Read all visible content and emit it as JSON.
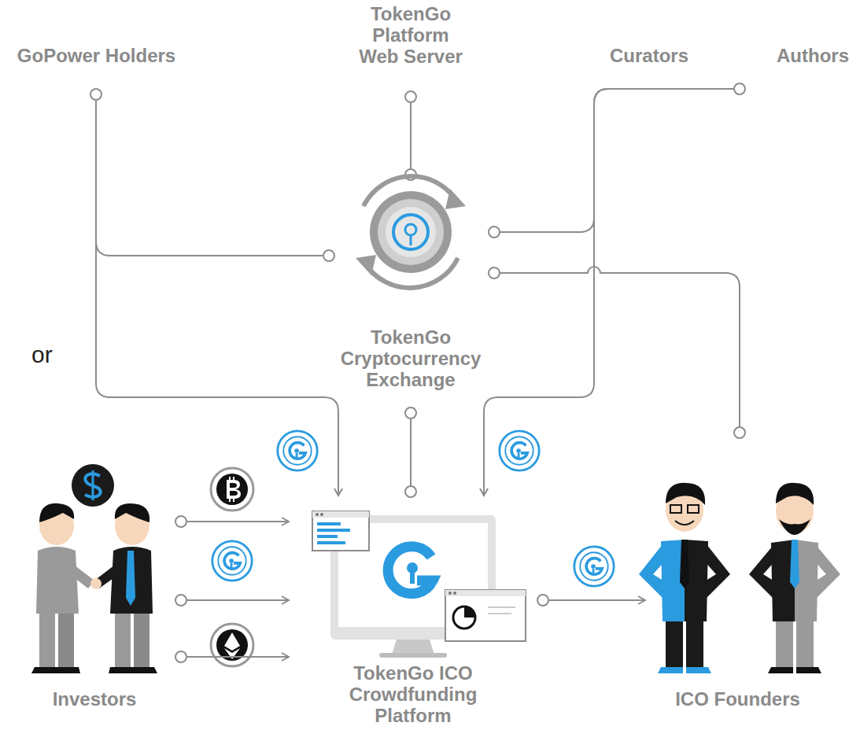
{
  "diagram": {
    "nodes": [
      {
        "text": [
          "GoPower Holders"
        ]
      },
      {
        "text": [
          "TokenGo Platform Web Server"
        ]
      },
      {
        "text": [
          "Curators"
        ]
      },
      {
        "text": [
          "Authors"
        ]
      },
      {
        "text": [
          "TokenGo Cryptocurrency Exchange"
        ]
      },
      {
        "text": [
          "Investors"
        ]
      },
      {
        "text": [
          "TokenGo ICO Crowdfunding Platform"
        ]
      },
      {
        "text": [
          "ICO Founders"
        ]
      }
    ],
    "edges": [
      {
        "from": 0,
        "to": 4,
        "arrow": "none"
      },
      {
        "from": 0,
        "to": 6,
        "arrow": "to"
      },
      {
        "from": 1,
        "to": 4,
        "arrow": "none"
      },
      {
        "from": 3,
        "to": 4,
        "arrow": "none"
      },
      {
        "from": 3,
        "to": 6,
        "arrow": "to"
      },
      {
        "from": 4,
        "to": 6,
        "arrow": "none"
      },
      {
        "from": 4,
        "to": 7,
        "arrow": "none"
      },
      {
        "from": 5,
        "to": 6,
        "arrow": "to"
      },
      {
        "from": 5,
        "to": 6,
        "arrow": "to"
      },
      {
        "from": 5,
        "to": 6,
        "arrow": "to"
      },
      {
        "from": 6,
        "to": 7,
        "arrow": "to"
      }
    ],
    "labels": [
      "or"
    ]
  }
}
